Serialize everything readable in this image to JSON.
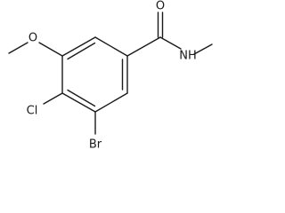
{
  "molecule": {
    "atoms": {
      "oxygen_carbonyl": "O",
      "oxygen_methoxy": "O",
      "nitrogen_amide": "NH",
      "chlorine": "Cl",
      "bromine": "Br"
    }
  },
  "colors": {
    "bond": "#1a1a1a",
    "label": "#1a1a1a",
    "background": "#ffffff"
  }
}
